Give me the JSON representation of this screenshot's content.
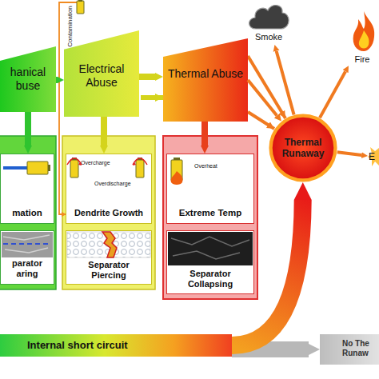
{
  "diagram": {
    "nodes": [
      {
        "text": [
          "hanical buse"
        ]
      },
      {
        "text": [
          "Electrical Abuse"
        ]
      },
      {
        "text": [
          "Thermal Abuse"
        ]
      },
      {
        "text": [
          "Thermal Runaway"
        ]
      },
      {
        "text": [
          "Smoke"
        ]
      },
      {
        "text": [
          "Fire"
        ]
      },
      {
        "text": [
          "E"
        ]
      },
      {
        "text": [
          "mation"
        ]
      },
      {
        "text": [
          "parator aring"
        ]
      },
      {
        "text": [
          "Overcharge",
          "Overdischarge",
          "Dendrite Growth"
        ]
      },
      {
        "text": [
          "Separator Piercing"
        ]
      },
      {
        "text": [
          "Overheat",
          "Extreme Temp"
        ]
      },
      {
        "text": [
          "Separator Collapsing"
        ]
      },
      {
        "text": [
          "Internal short circuit"
        ]
      },
      {
        "text": [
          "No The Runaw"
        ]
      }
    ],
    "edges": [
      {
        "from": 0,
        "to": 1,
        "arrow": "to"
      },
      {
        "from": 1,
        "to": 2,
        "arrow": "to"
      },
      {
        "from": 2,
        "to": 3,
        "arrow": "to"
      },
      {
        "from": 0,
        "to": 7,
        "arrow": "to"
      },
      {
        "from": 1,
        "to": 9,
        "arrow": "to"
      },
      {
        "from": 2,
        "to": 11,
        "arrow": "to"
      },
      {
        "from": 3,
        "to": 4,
        "arrow": "to"
      },
      {
        "from": 3,
        "to": 5,
        "arrow": "to"
      },
      {
        "from": 3,
        "to": 6,
        "arrow": "to"
      },
      {
        "from": 13,
        "to": 14,
        "arrow": "to"
      },
      {
        "from": 13,
        "to": 3,
        "arrow": "to"
      }
    ],
    "labels": [
      "Contamination"
    ]
  }
}
